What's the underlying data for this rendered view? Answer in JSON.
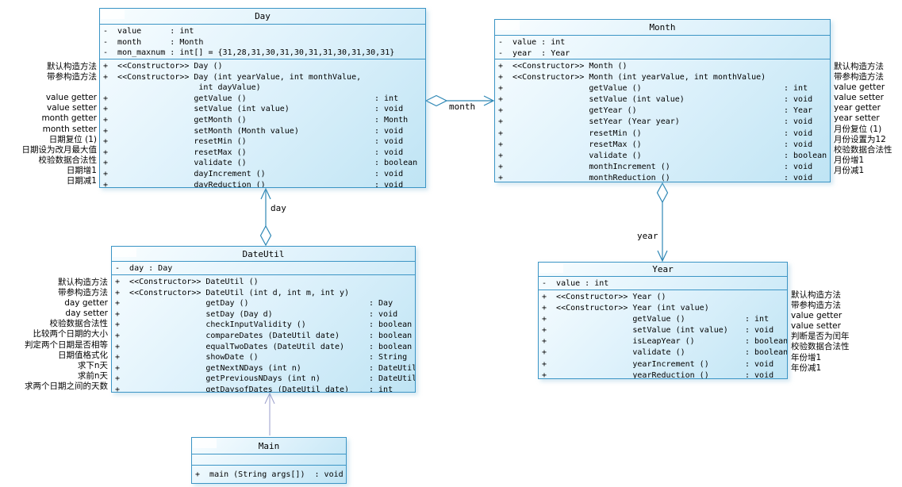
{
  "colors": {
    "box_border": "#3c95c5",
    "box_fill_light": "#f8fdff",
    "box_fill_dark": "#bfe4f4",
    "connector": "#2e87b5",
    "dependency_connector": "#9a9ecb",
    "text": "#000000"
  },
  "classes": {
    "day": {
      "title": "Day",
      "attributes": [
        {
          "sig": "-  value      : int"
        },
        {
          "sig": "-  month      : Month"
        },
        {
          "sig": "-  mon_maxnum : int[] = {31,28,31,30,31,30,31,31,30,31,30,31}"
        }
      ],
      "methods": [
        {
          "sig": "+  <<Constructor>> Day ()"
        },
        {
          "sig": "+  <<Constructor>> Day (int yearValue, int monthValue,"
        },
        {
          "sig": "                    int dayValue)"
        },
        {
          "sig": "+                  getValue ()",
          "ret": ": int"
        },
        {
          "sig": "+                  setValue (int value)",
          "ret": ": void"
        },
        {
          "sig": "+                  getMonth ()",
          "ret": ": Month"
        },
        {
          "sig": "+                  setMonth (Month value)",
          "ret": ": void"
        },
        {
          "sig": "+                  resetMin ()",
          "ret": ": void"
        },
        {
          "sig": "+                  resetMax ()",
          "ret": ": void"
        },
        {
          "sig": "+                  validate ()",
          "ret": ": boolean"
        },
        {
          "sig": "+                  dayIncrement ()",
          "ret": ": void"
        },
        {
          "sig": "+                  dayReduction ()",
          "ret": ": void"
        }
      ],
      "annotations": [
        "默认构造方法",
        "带参构造方法",
        "",
        "value getter",
        "value setter",
        "month getter",
        "month setter",
        "日期复位 (1)",
        "日期设为改月最大值",
        "校验数据合法性",
        "日期增1",
        "日期减1"
      ]
    },
    "month": {
      "title": "Month",
      "attributes": [
        {
          "sig": "-  value : int"
        },
        {
          "sig": "-  year  : Year"
        }
      ],
      "methods": [
        {
          "sig": "+  <<Constructor>> Month ()"
        },
        {
          "sig": "+  <<Constructor>> Month (int yearValue, int monthValue)"
        },
        {
          "sig": "+                  getValue ()",
          "ret": ": int"
        },
        {
          "sig": "+                  setValue (int value)",
          "ret": ": void"
        },
        {
          "sig": "+                  getYear ()",
          "ret": ": Year"
        },
        {
          "sig": "+                  setYear (Year year)",
          "ret": ": void"
        },
        {
          "sig": "+                  resetMin ()",
          "ret": ": void"
        },
        {
          "sig": "+                  resetMax ()",
          "ret": ": void"
        },
        {
          "sig": "+                  validate ()",
          "ret": ": boolean"
        },
        {
          "sig": "+                  monthIncrement ()",
          "ret": ": void"
        },
        {
          "sig": "+                  monthReduction ()",
          "ret": ": void"
        }
      ],
      "annotations": [
        "默认构造方法",
        "带参构造方法",
        "value getter",
        "value setter",
        "year getter",
        "year setter",
        "月份复位 (1)",
        "月份设置为12",
        "校验数据合法性",
        "月份增1",
        "月份减1"
      ]
    },
    "dateutil": {
      "title": "DateUtil",
      "attributes": [
        {
          "sig": "-  day : Day"
        }
      ],
      "methods": [
        {
          "sig": "+  <<Constructor>> DateUtil ()"
        },
        {
          "sig": "+  <<Constructor>> DateUtil (int d, int m, int y)"
        },
        {
          "sig": "+                  getDay ()",
          "ret": ": Day"
        },
        {
          "sig": "+                  setDay (Day d)",
          "ret": ": void"
        },
        {
          "sig": "+                  checkInputValidity ()",
          "ret": ": boolean"
        },
        {
          "sig": "+                  compareDates (DateUtil date)",
          "ret": ": boolean"
        },
        {
          "sig": "+                  equalTwoDates (DateUtil date)",
          "ret": ": boolean"
        },
        {
          "sig": "+                  showDate ()",
          "ret": ": String"
        },
        {
          "sig": "+                  getNextNDays (int n)",
          "ret": ": DateUtil"
        },
        {
          "sig": "+                  getPreviousNDays (int n)",
          "ret": ": DateUtil"
        },
        {
          "sig": "+                  getDaysofDates (DateUtil date)",
          "ret": ": int"
        }
      ],
      "annotations": [
        "默认构造方法",
        "带参构造方法",
        "day getter",
        "day setter",
        "校验数据合法性",
        "比较两个日期的大小",
        "判定两个日期是否相等",
        "日期值格式化",
        "求下n天",
        "求前n天",
        "求两个日期之间的天数"
      ]
    },
    "year": {
      "title": "Year",
      "attributes": [
        {
          "sig": "-  value : int"
        }
      ],
      "methods": [
        {
          "sig": "+  <<Constructor>> Year ()"
        },
        {
          "sig": "+  <<Constructor>> Year (int value)"
        },
        {
          "sig": "+                  getValue ()",
          "ret": ": int"
        },
        {
          "sig": "+                  setValue (int value)",
          "ret": ": void"
        },
        {
          "sig": "+                  isLeapYear ()",
          "ret": ": boolean"
        },
        {
          "sig": "+                  validate ()",
          "ret": ": boolean"
        },
        {
          "sig": "+                  yearIncrement ()",
          "ret": ": void"
        },
        {
          "sig": "+                  yearReduction ()",
          "ret": ": void"
        }
      ],
      "annotations": [
        "默认构造方法",
        "带参构造方法",
        "value getter",
        "value setter",
        "判断是否为闰年",
        "校验数据合法性",
        "年份增1",
        "年份减1"
      ]
    },
    "main": {
      "title": "Main",
      "attributes": [
        {
          "sig": ""
        }
      ],
      "methods": [
        {
          "sig": "+  main (String args[])  : void"
        }
      ],
      "annotations": []
    }
  },
  "connectors": {
    "month_label": "month",
    "day_label": "day",
    "year_label": "year"
  }
}
